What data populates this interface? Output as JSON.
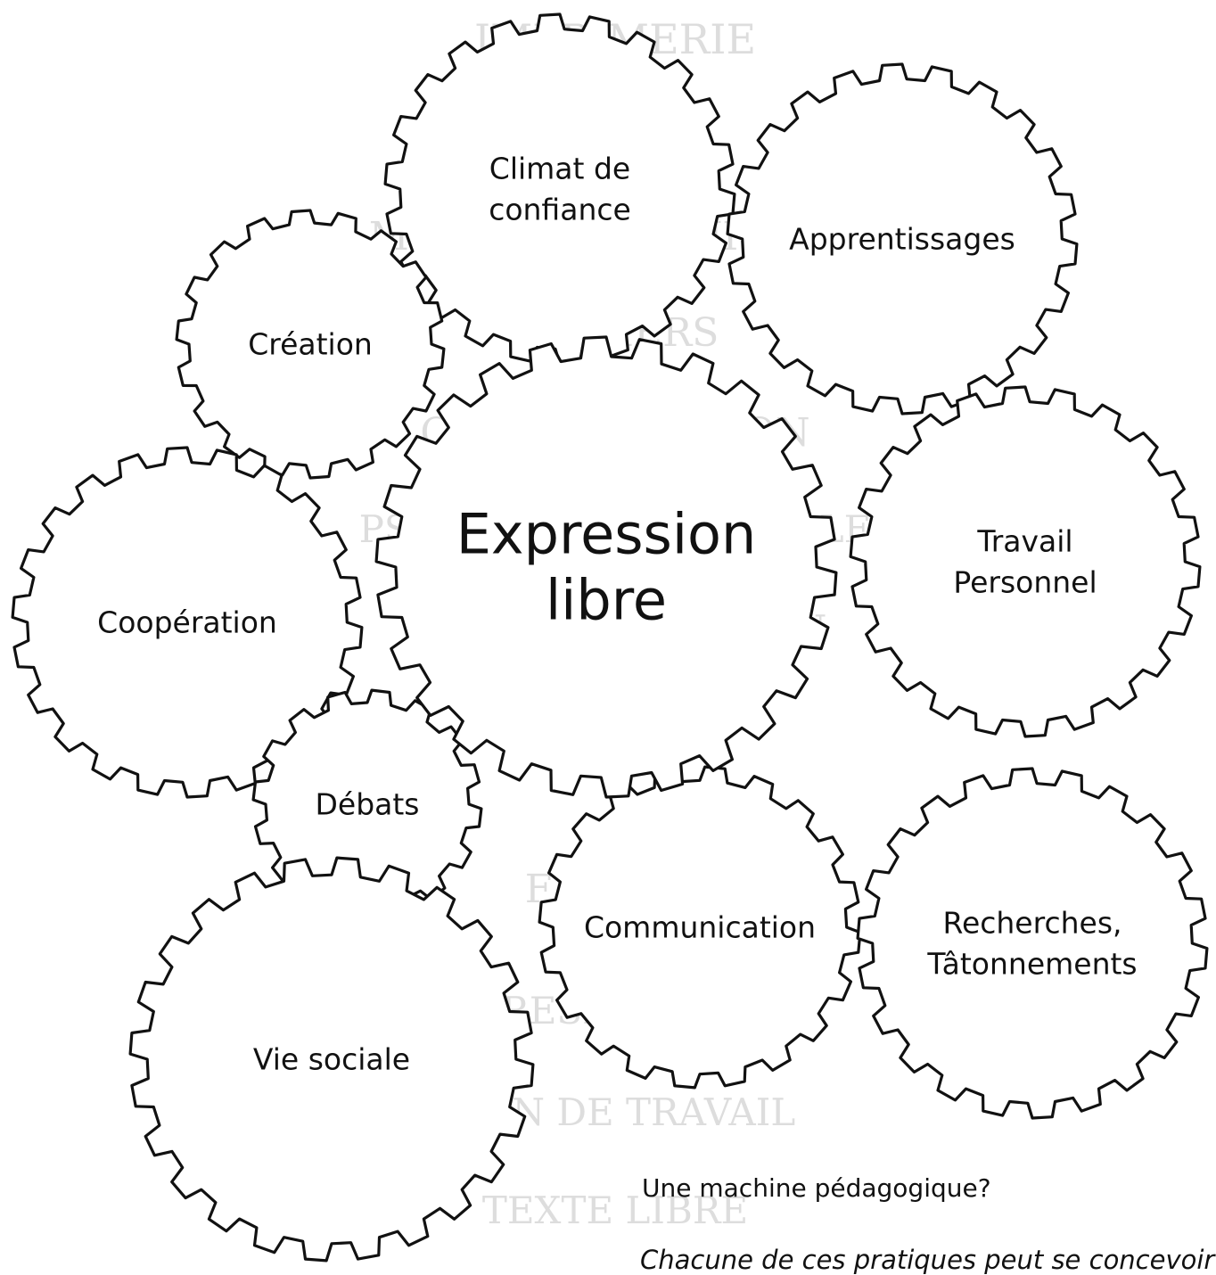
{
  "background_words": [
    "IMPRIMERIE",
    "DEBAT",
    "METHODE NATURELLE",
    "ATELIERS",
    "COMMUNICATION",
    "PSYCHOLOGIE SENSIBLE",
    "PERSONNALISATION",
    "ECHANGE",
    "FICHIER",
    "CORRESPONDANCE",
    "PLAN DE TRAVAIL",
    "TEXTE LIBRE"
  ],
  "gears": [
    {
      "id": "expression",
      "lines": [
        "Expression",
        "libre"
      ]
    },
    {
      "id": "climat",
      "lines": [
        "Climat de",
        "confiance"
      ]
    },
    {
      "id": "apprentissages",
      "lines": [
        "Apprentissages"
      ]
    },
    {
      "id": "creation",
      "lines": [
        "Création"
      ]
    },
    {
      "id": "travail",
      "lines": [
        "Travail",
        "Personnel"
      ]
    },
    {
      "id": "cooperation",
      "lines": [
        "Coopération"
      ]
    },
    {
      "id": "debats",
      "lines": [
        "Débats"
      ]
    },
    {
      "id": "communication",
      "lines": [
        "Communication"
      ]
    },
    {
      "id": "recherches",
      "lines": [
        "Recherches,",
        "Tâtonnements"
      ]
    },
    {
      "id": "vie",
      "lines": [
        "Vie sociale"
      ]
    }
  ],
  "captions": {
    "question": "Une machine pédagogique?",
    "note": "Chacune de ces pratiques peut se concevoir"
  },
  "colors": {
    "ink": "#111111",
    "watermark": "#dddddd",
    "paper": "#ffffff"
  }
}
